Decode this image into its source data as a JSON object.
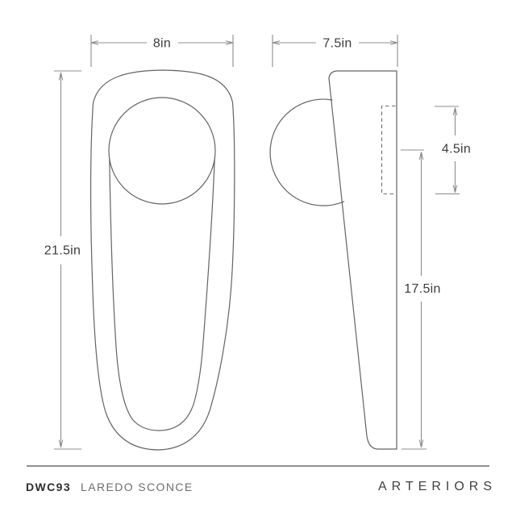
{
  "product": {
    "sku": "DWC93",
    "name": "LAREDO SCONCE",
    "brand": "ARTERIORS"
  },
  "dimensions": {
    "front_width": "8in",
    "front_height": "21.5in",
    "side_depth": "7.5in",
    "backplate_height": "4.5in",
    "outlet_height": "17.5in"
  },
  "colors": {
    "background": "#ffffff",
    "outline": "#636363",
    "dimension_line": "#8c8c8c",
    "dimension_text": "#3c3c3c",
    "footer_rule": "#8f8f8f",
    "sku_text": "#2e2e2e",
    "product_name_text": "#6e6e6e",
    "brand_text": "#3f3f46"
  }
}
